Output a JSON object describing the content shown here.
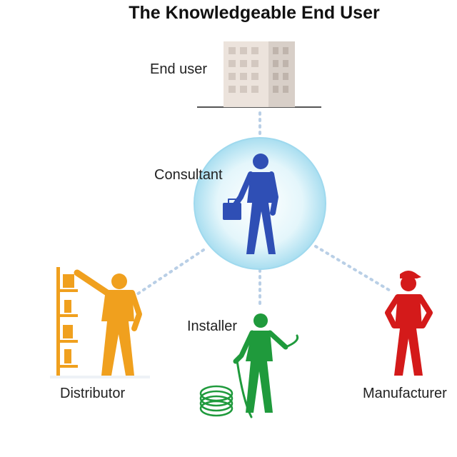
{
  "title": "The Knowledgeable End User",
  "nodes": {
    "end_user": {
      "label": "End user",
      "icon": "office-building-icon"
    },
    "consultant": {
      "label": "Consultant",
      "icon": "consultant-figure-icon",
      "color": "#2f4fb5"
    },
    "distributor": {
      "label": "Distributor",
      "icon": "distributor-figure-icon",
      "color": "#f0a01e"
    },
    "installer": {
      "label": "Installer",
      "icon": "installer-figure-icon",
      "color": "#1f9a3c"
    },
    "manufacturer": {
      "label": "Manufacturer",
      "icon": "manufacturer-figure-icon",
      "color": "#d41a1a"
    }
  },
  "connectors": [
    {
      "from": "end_user",
      "to": "consultant"
    },
    {
      "from": "consultant",
      "to": "distributor"
    },
    {
      "from": "consultant",
      "to": "installer"
    },
    {
      "from": "consultant",
      "to": "manufacturer"
    }
  ],
  "colors": {
    "connector": "#b9cfe6",
    "bubble": "#aee3f3",
    "building": "#ece3dc"
  }
}
